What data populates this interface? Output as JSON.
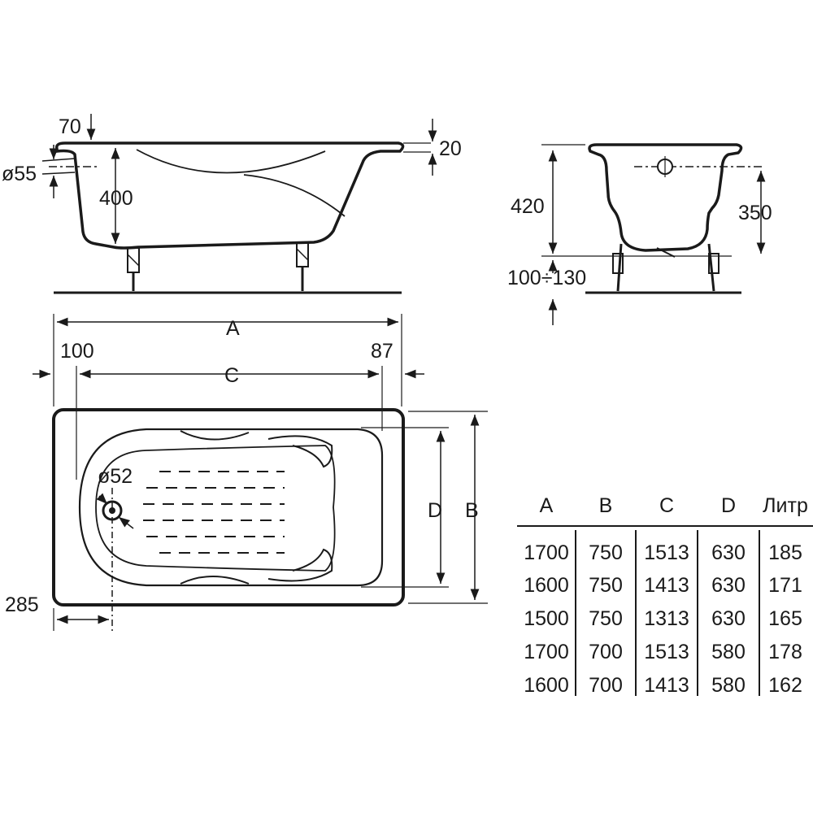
{
  "side_view": {
    "rim_width": "70",
    "overflow_diameter": "ø55",
    "overflow_height": "400",
    "rim_thickness": "20"
  },
  "end_view": {
    "total_height": "420",
    "overflow_height": "350",
    "leg_range": "100÷130"
  },
  "top_view": {
    "length_label": "A",
    "inner_length_label": "C",
    "head_offset": "100",
    "foot_offset": "87",
    "drain_diameter": "ø52",
    "drain_offset": "285",
    "inner_width_label": "D",
    "width_label": "B"
  },
  "table": {
    "headers": [
      "A",
      "B",
      "C",
      "D",
      "Литр"
    ],
    "rows": [
      [
        "1700",
        "750",
        "1513",
        "630",
        "185"
      ],
      [
        "1600",
        "750",
        "1413",
        "630",
        "171"
      ],
      [
        "1500",
        "750",
        "1313",
        "630",
        "165"
      ],
      [
        "1700",
        "700",
        "1513",
        "580",
        "178"
      ],
      [
        "1600",
        "700",
        "1413",
        "580",
        "162"
      ]
    ]
  }
}
